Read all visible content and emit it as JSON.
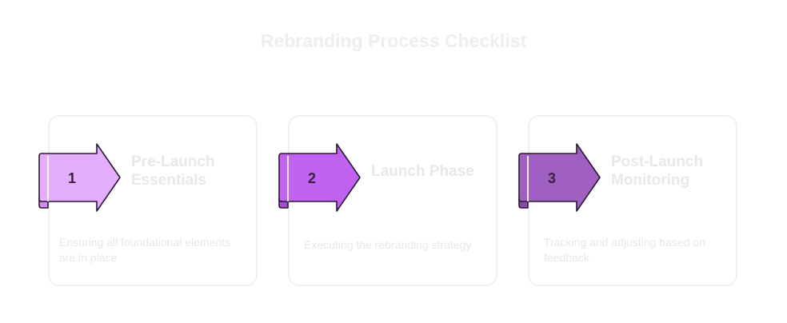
{
  "title": "Rebranding Process Checklist",
  "steps": [
    {
      "number": "1",
      "heading_lines": [
        "Pre-Launch",
        "Essentials"
      ],
      "description_lines": [
        "Ensuring all foundational elements",
        "are in place"
      ],
      "color": "#e4aefc",
      "shade": "#cf8cf1"
    },
    {
      "number": "2",
      "heading_lines": [
        "Launch Phase"
      ],
      "description_lines": [
        "Executing the rebranding strategy"
      ],
      "color": "#c262f2",
      "shade": "#a64bd6"
    },
    {
      "number": "3",
      "heading_lines": [
        "Post-Launch",
        "Monitoring"
      ],
      "description_lines": [
        "Tracking and adjusting based on",
        "feedback"
      ],
      "color": "#a060c2",
      "shade": "#8a49ab"
    }
  ]
}
